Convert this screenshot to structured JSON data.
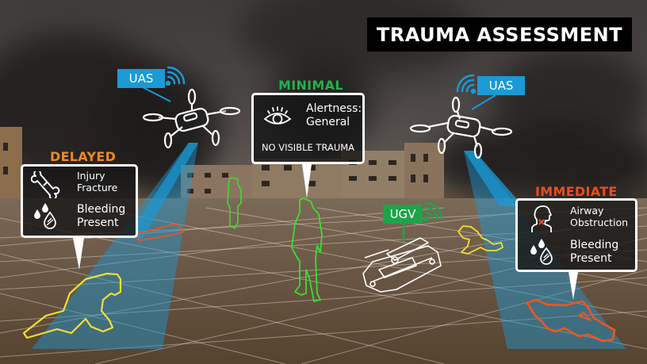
{
  "title": "TRAUMA ASSESSMENT",
  "colors": {
    "uas_blue": "#1a9ad6",
    "ugv_green": "#1fa34a",
    "delayed_orange": "#f08a1c",
    "minimal_green": "#22b24c",
    "immediate_red": "#ef4b1e",
    "delayed_outline": "#f2e02e",
    "minimal_outline": "#3dde2e",
    "immediate_outline": "#f2551c",
    "card_border": "#ffffff"
  },
  "vehicles": [
    {
      "type": "UAS",
      "label": "UAS",
      "icon": "drone-icon",
      "signal_icon": "wifi-signal-icon",
      "position": "left"
    },
    {
      "type": "UAS",
      "label": "UAS",
      "icon": "drone-icon",
      "signal_icon": "wifi-signal-icon",
      "position": "right"
    },
    {
      "type": "UGV",
      "label": "UGV",
      "icon": "ground-robot-icon",
      "signal_icon": "wifi-signal-icon",
      "position": "center"
    }
  ],
  "assessments": {
    "delayed": {
      "category": "DELAYED",
      "findings": [
        {
          "icon": "bone-fracture-icon",
          "line1": "Injury",
          "line2": "Fracture"
        },
        {
          "icon": "blood-drops-icon",
          "line1": "Bleeding",
          "line2": "Present"
        }
      ]
    },
    "minimal": {
      "category": "MINIMAL",
      "findings": [
        {
          "icon": "eye-icon",
          "line1": "Alertness:",
          "line2": "General"
        }
      ],
      "note": "NO VISIBLE TRAUMA"
    },
    "immediate": {
      "category": "IMMEDIATE",
      "findings": [
        {
          "icon": "airway-obstruction-icon",
          "line1": "Airway",
          "line2": "Obstruction"
        },
        {
          "icon": "blood-drops-icon",
          "line1": "Bleeding",
          "line2": "Present"
        }
      ]
    }
  }
}
